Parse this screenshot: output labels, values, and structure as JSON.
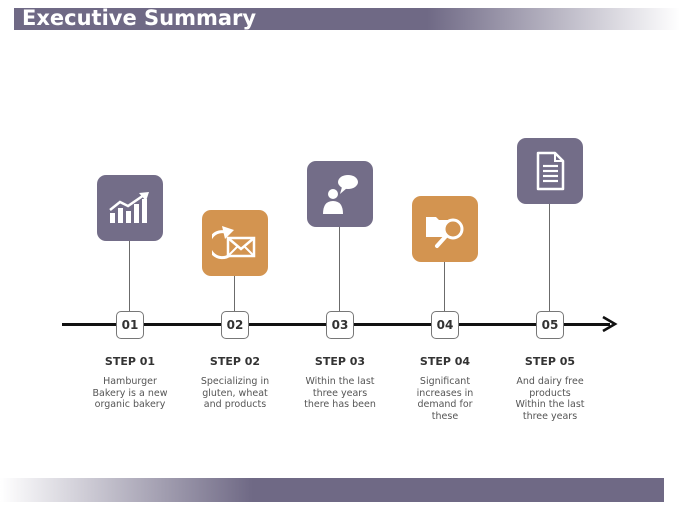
{
  "header": {
    "title": "Executive Summary"
  },
  "steps": [
    {
      "number": "01",
      "title": "STEP 01",
      "desc": [
        "Hamburger",
        "Bakery is a new",
        "organic bakery"
      ],
      "icon": "chart-growth-icon",
      "color": "#736d88"
    },
    {
      "number": "02",
      "title": "STEP 02",
      "desc": [
        "Specializing in",
        "gluten, wheat",
        "and products"
      ],
      "icon": "mail-icon",
      "color": "#d39450"
    },
    {
      "number": "03",
      "title": "STEP 03",
      "desc": [
        "Within the last",
        "three years",
        "there has been"
      ],
      "icon": "person-speech-icon",
      "color": "#736d88"
    },
    {
      "number": "04",
      "title": "STEP 04",
      "desc": [
        "Significant",
        "increases in",
        "demand for",
        "these"
      ],
      "icon": "folder-search-icon",
      "color": "#d39450"
    },
    {
      "number": "05",
      "title": "STEP 05",
      "desc": [
        "And dairy free",
        "products",
        "Within the last",
        "three years"
      ],
      "icon": "document-icon",
      "color": "#736d88"
    }
  ]
}
